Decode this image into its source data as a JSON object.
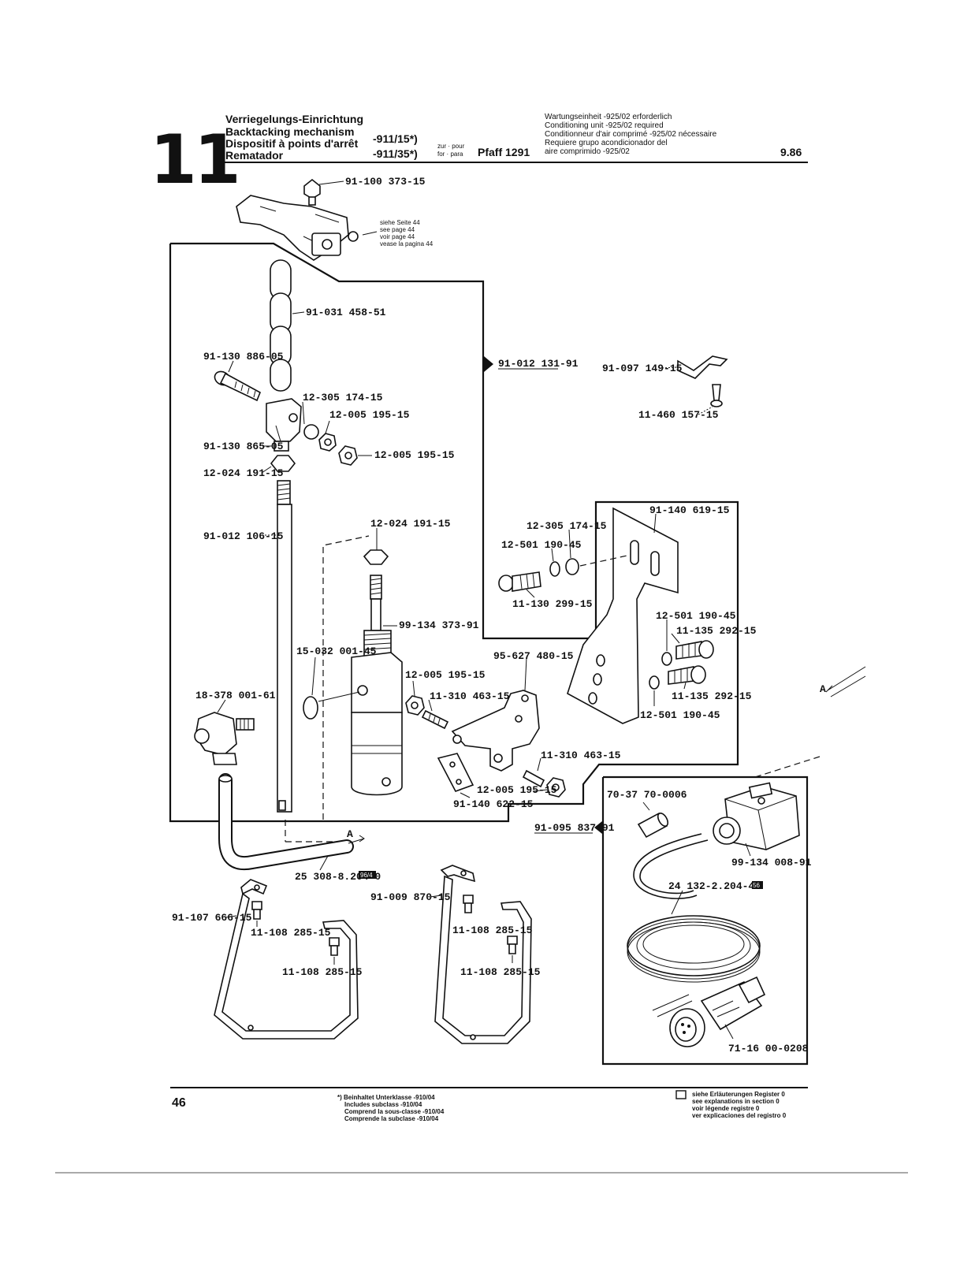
{
  "header": {
    "section_number": "11",
    "titles": [
      "Verriegelungs-Einrichtung",
      "Backtacking mechanism",
      "Dispositif à points d'arrêt",
      "Rematador"
    ],
    "subclasses": [
      "-911/15*)",
      "-911/35*)"
    ],
    "for_label_top": "zur · pour",
    "for_label_bottom": "for · para",
    "machine": "Pfaff 1291",
    "notes": [
      "Wartungseinheit -925/02 erforderlich",
      "Conditioning unit -925/02 required",
      "Conditionneur d'air comprimé -925/02 nécessaire",
      "Requiere grupo acondicionador del",
      "aire comprimido -925/02"
    ],
    "date": "9.86"
  },
  "references": {
    "see_page": [
      "siehe Seite 44",
      "see page 44",
      "voir page 44",
      "vease la pagina 44"
    ],
    "box_code_1": "96/4",
    "box_code_2": "56"
  },
  "parts": {
    "p1": "91-100 373-15",
    "p2": "91-031 458-51",
    "p3": "91-130 886-05",
    "p4": "12-305 174-15",
    "p5": "12-005 195-15",
    "p6": "12-005 195-15",
    "p7": "91-130 865-05",
    "p8": "12-024 191-15",
    "p9": "91-012 106-15",
    "p10": "12-024 191-15",
    "p11": "99-134 373-91",
    "p12": "15-032 001-45",
    "p13": "12-005 195-15",
    "p14": "11-310 463-15",
    "p15": "95-627 480-15",
    "p16": "18-378 001-61",
    "p17": "11-310 463-15",
    "p18": "12-005 195-15",
    "p19": "91-140 622-15",
    "p20": "91-012 131-91",
    "p21": "91-097 149-15",
    "p22": "11-460 157-15",
    "p23": "91-140 619-15",
    "p24": "12-305 174-15",
    "p25": "12-501 190-45",
    "p26": "11-130 299-15",
    "p27": "12-501 190-45",
    "p28": "11-135 292-15",
    "p29": "11-135 292-15",
    "p30": "12-501 190-45",
    "p31": "70-37 70-0006",
    "p32": "91-095 837-91",
    "p33": "99-134 008-91",
    "p34": "24 132-2.204-4",
    "p35": "71-16 00-0208",
    "p36": "25 308-8.204-0",
    "p37": "91-009 870-15",
    "p38": "91-107 666-15",
    "p39": "11-108 285-15",
    "p40": "11-108 285-15",
    "p41": "11-108 285-15",
    "p42": "11-108 285-15"
  },
  "arrow_label": "A",
  "footer": {
    "page_number": "46",
    "footnote": [
      "*) Beinhaltet Unterklasse -910/04",
      "Includes subclass -910/04",
      "Comprend la sous-classe -910/04",
      "Comprende la subclase -910/04"
    ],
    "legend": [
      "siehe Erläuterungen Register 0",
      "see explanations in section 0",
      "voir légende registre 0",
      "ver explicaciones del registro 0"
    ]
  }
}
